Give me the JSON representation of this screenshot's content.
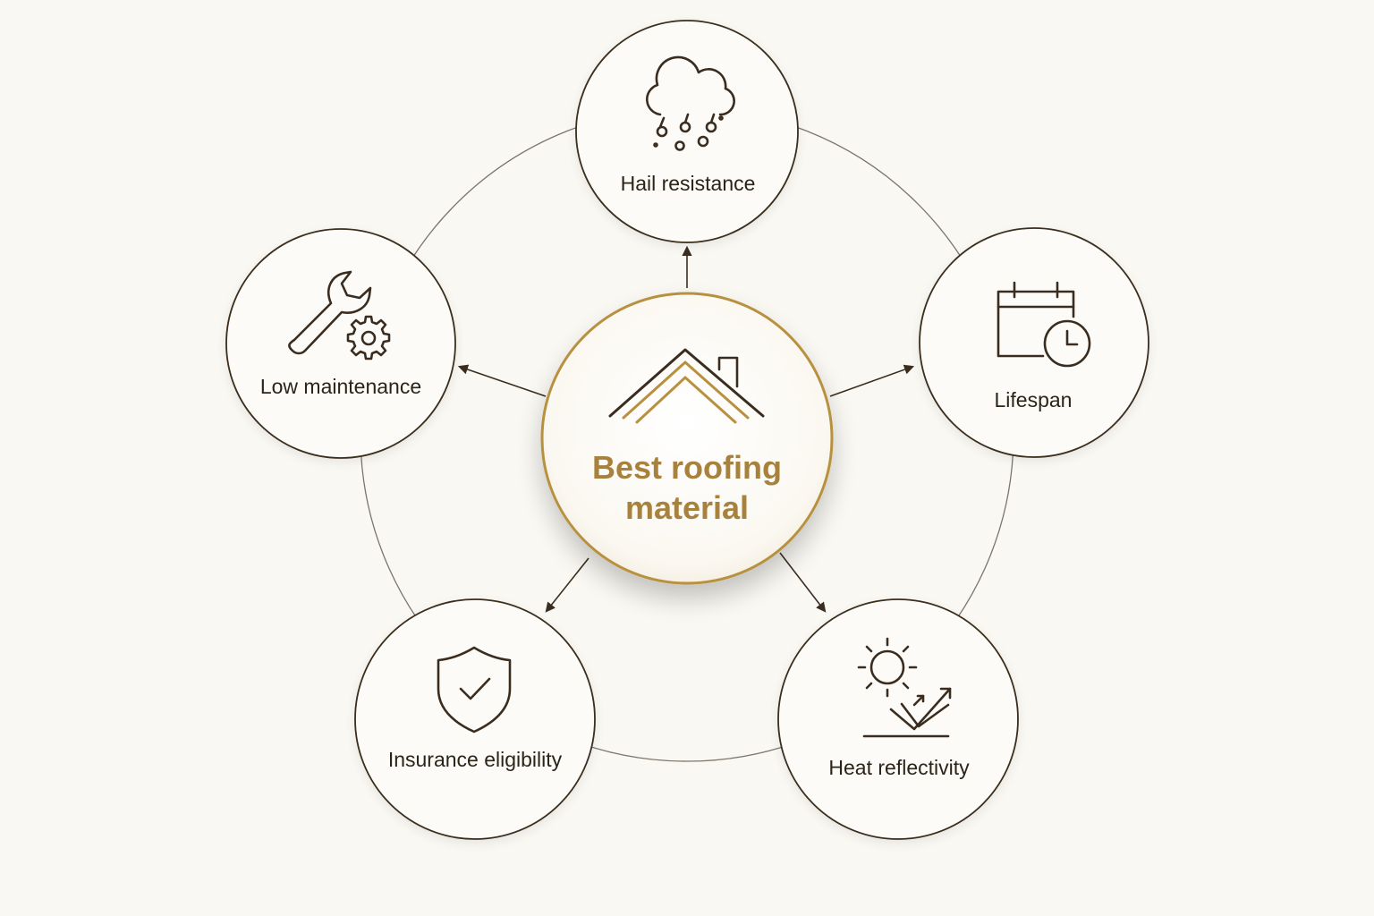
{
  "center": {
    "title_line1": "Best roofing",
    "title_line2": "material",
    "icon": "house-roof-icon"
  },
  "nodes": [
    {
      "id": "hail",
      "label": "Hail resistance",
      "icon": "hail-cloud-icon"
    },
    {
      "id": "lifespan",
      "label": "Lifespan",
      "icon": "calendar-clock-icon"
    },
    {
      "id": "heat",
      "label": "Heat reflectivity",
      "icon": "sun-reflect-icon"
    },
    {
      "id": "insurance",
      "label": "Insurance eligibility",
      "icon": "shield-check-icon"
    },
    {
      "id": "maintenance",
      "label": "Low maintenance",
      "icon": "wrench-gear-icon"
    }
  ],
  "colors": {
    "background": "#faf8f3",
    "accent_gold": "#b8913f",
    "text_gold": "#a8823c",
    "stroke_dark": "#3a2d1f",
    "ring_line": "#6b6358"
  }
}
